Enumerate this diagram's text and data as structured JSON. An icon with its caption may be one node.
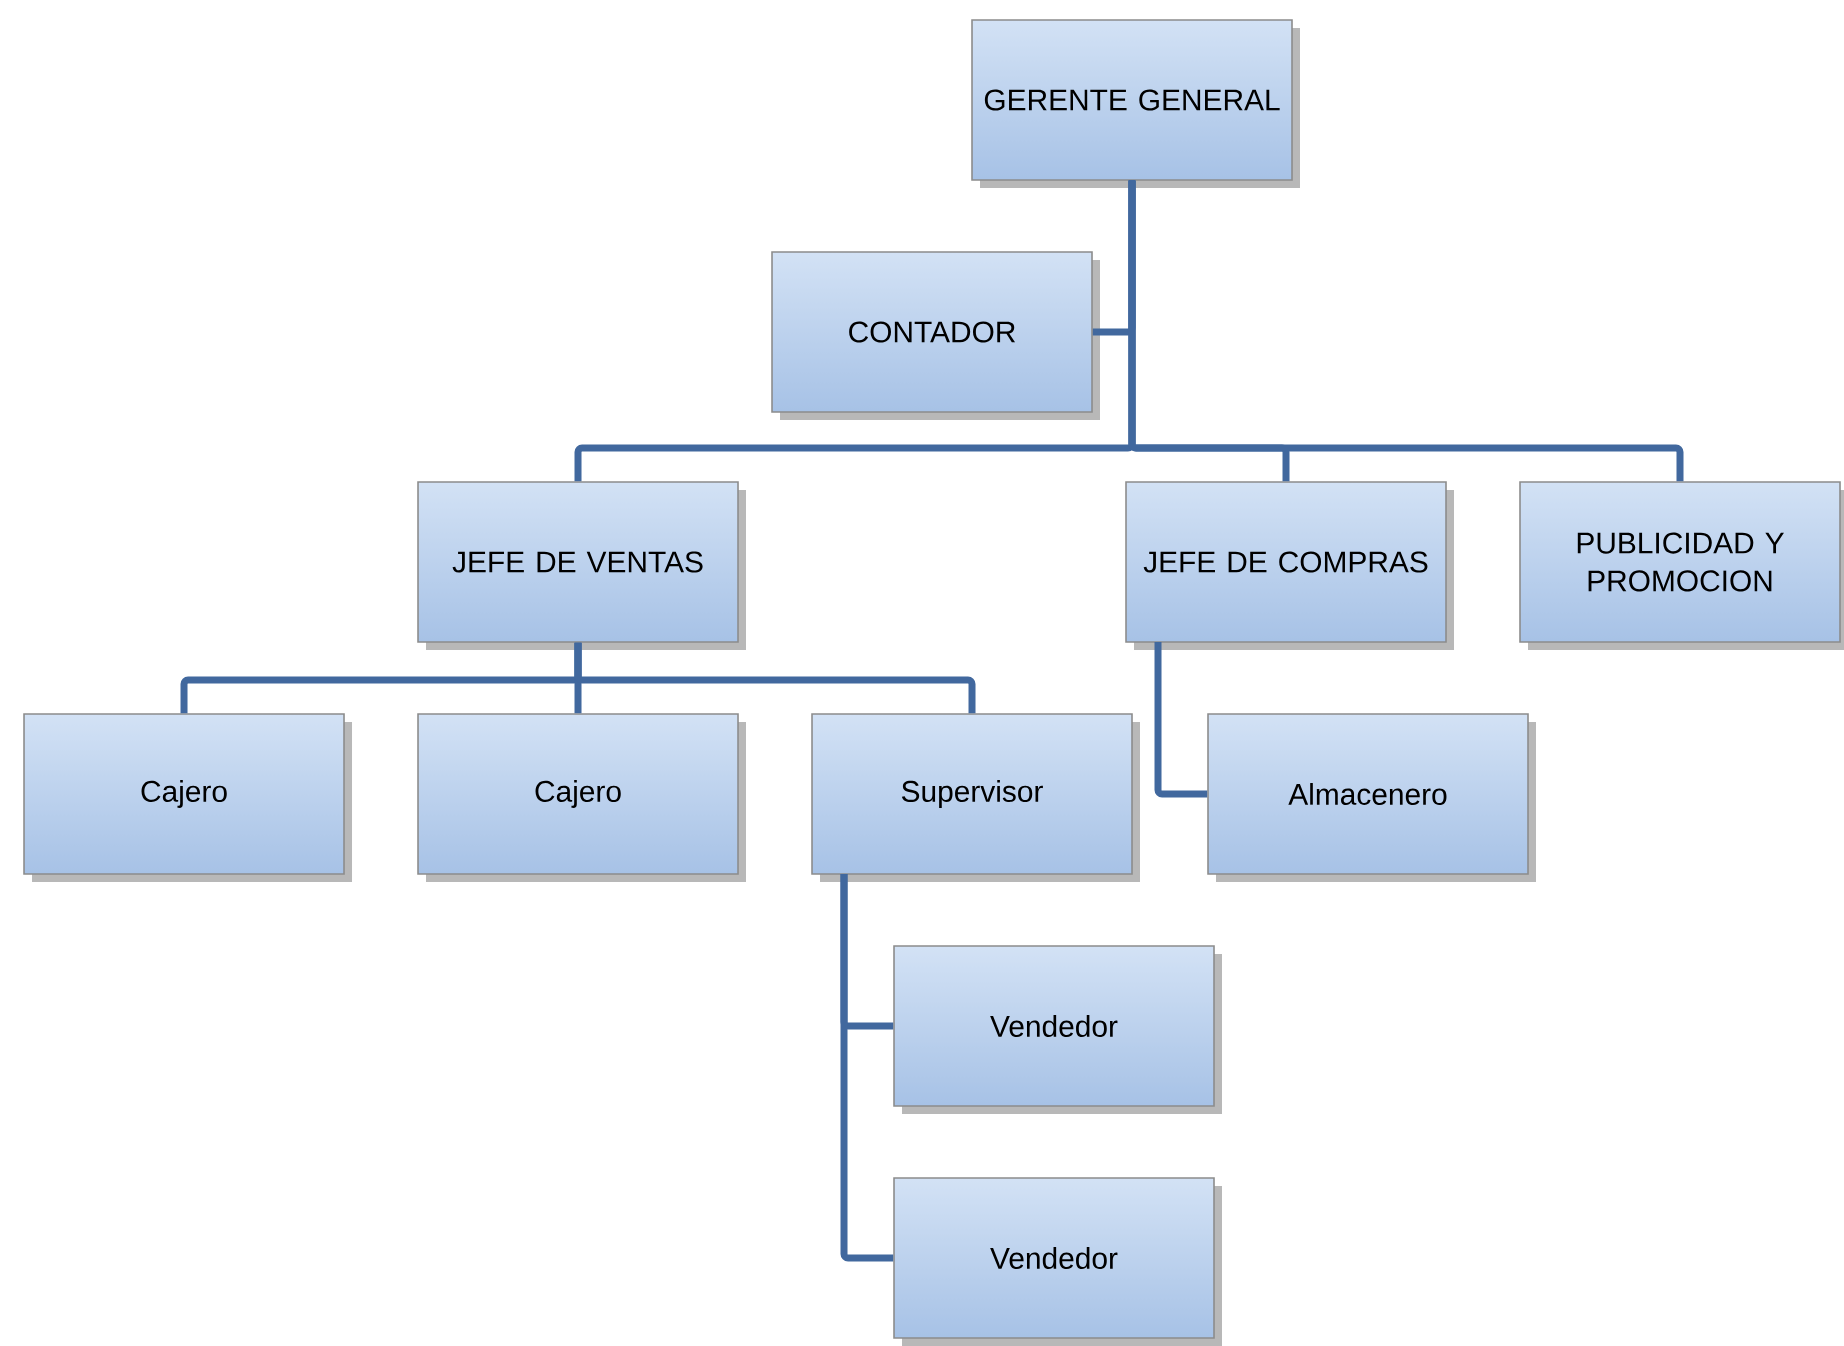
{
  "diagram": {
    "nodes": [
      {
        "text": [
          "GERENTE GENERAL"
        ]
      },
      {
        "text": [
          "CONTADOR"
        ]
      },
      {
        "text": [
          "JEFE DE VENTAS"
        ]
      },
      {
        "text": [
          "JEFE DE COMPRAS"
        ]
      },
      {
        "text": [
          "PUBLICIDAD Y PROMOCION"
        ]
      },
      {
        "text": [
          "Cajero"
        ]
      },
      {
        "text": [
          "Cajero"
        ]
      },
      {
        "text": [
          "Supervisor"
        ]
      },
      {
        "text": [
          "Almacenero"
        ]
      },
      {
        "text": [
          "Vendedor"
        ]
      },
      {
        "text": [
          "Vendedor"
        ]
      }
    ],
    "edges": [
      {
        "from": 0,
        "to": 1,
        "arrow": "none"
      },
      {
        "from": 0,
        "to": 2,
        "arrow": "none"
      },
      {
        "from": 0,
        "to": 3,
        "arrow": "none"
      },
      {
        "from": 0,
        "to": 4,
        "arrow": "none"
      },
      {
        "from": 2,
        "to": 5,
        "arrow": "none"
      },
      {
        "from": 2,
        "to": 6,
        "arrow": "none"
      },
      {
        "from": 2,
        "to": 7,
        "arrow": "none"
      },
      {
        "from": 3,
        "to": 8,
        "arrow": "none"
      },
      {
        "from": 7,
        "to": 9,
        "arrow": "none"
      },
      {
        "from": 7,
        "to": 10,
        "arrow": "none"
      }
    ]
  }
}
